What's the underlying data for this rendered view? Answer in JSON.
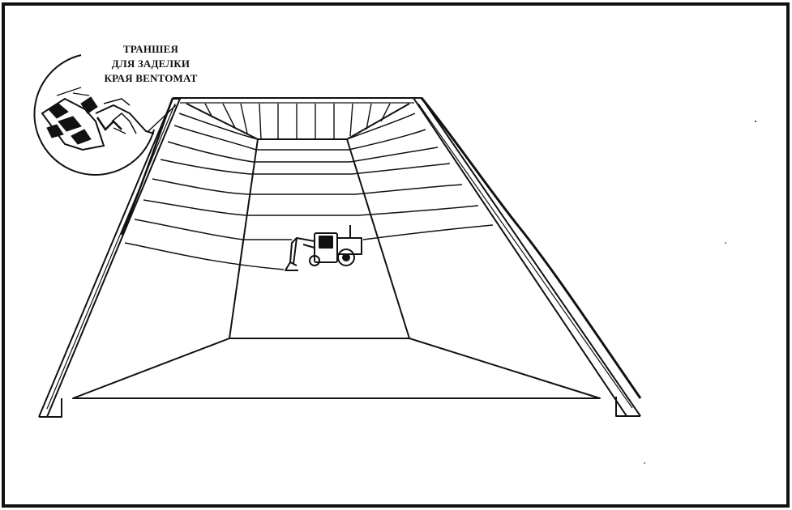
{
  "callout": {
    "lines": [
      "ТРАНШЕЯ",
      "ДЛЯ ЗАДЕЛКИ",
      "КРАЯ BENTOMAT"
    ]
  },
  "colors": {
    "ink": "#111111",
    "paper": "#ffffff"
  },
  "icons": {
    "vehicle": "tractor-loader-icon",
    "trench_detail": "trench-detail-icon"
  }
}
